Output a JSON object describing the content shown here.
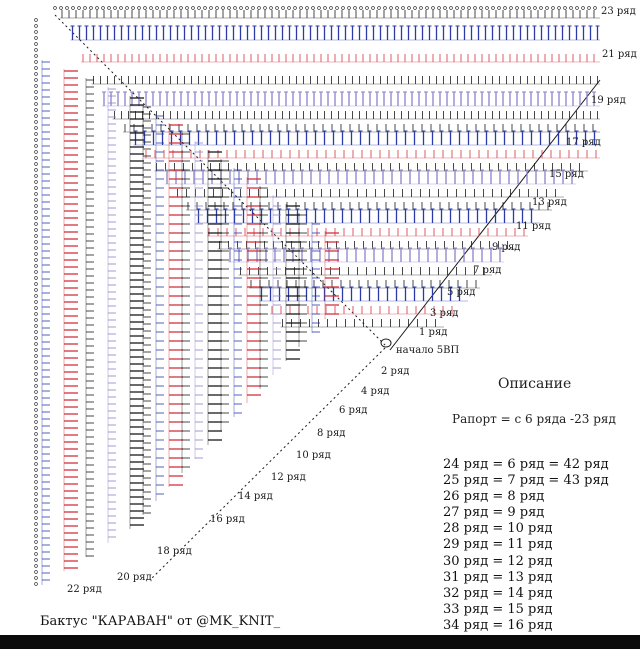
{
  "row_labels": [
    {
      "id": "r23",
      "text": "23 ряд"
    },
    {
      "id": "r21",
      "text": "21 ряд"
    },
    {
      "id": "r19",
      "text": "19 ряд"
    },
    {
      "id": "r17",
      "text": "17 ряд"
    },
    {
      "id": "r15",
      "text": "15 ряд"
    },
    {
      "id": "r13",
      "text": "13 ряд"
    },
    {
      "id": "r11",
      "text": "11 ряд"
    },
    {
      "id": "r9",
      "text": "9 ряд"
    },
    {
      "id": "r7",
      "text": "7 ряд"
    },
    {
      "id": "r5",
      "text": "5 ряд"
    },
    {
      "id": "r3",
      "text": "3 ряд"
    },
    {
      "id": "r1",
      "text": "1 ряд"
    },
    {
      "id": "r2",
      "text": "2 ряд"
    },
    {
      "id": "r4",
      "text": "4 ряд"
    },
    {
      "id": "r6",
      "text": "6 ряд"
    },
    {
      "id": "r8",
      "text": "8 ряд"
    },
    {
      "id": "r10",
      "text": "10 ряд"
    },
    {
      "id": "r12",
      "text": "12 ряд"
    },
    {
      "id": "r14",
      "text": "14 ряд"
    },
    {
      "id": "r16",
      "text": "16 ряд"
    },
    {
      "id": "r18",
      "text": "18 ряд"
    },
    {
      "id": "r20",
      "text": "20 ряд"
    },
    {
      "id": "r22",
      "text": "22 ряд"
    }
  ],
  "start_label": "начало 5ВП",
  "description": {
    "title": "Описание",
    "repeat": "Рапорт = с 6 ряда -23 ряд",
    "equivalences": [
      "24 ряд = 6 ряд = 42 ряд",
      "25 ряд = 7 ряд = 43 ряд",
      "26 ряд = 8 ряд",
      "27 ряд = 9 ряд",
      "28 ряд = 10 ряд",
      "29 ряд = 11 ряд",
      "30 ряд = 12 ряд",
      "31 ряд = 13 ряд",
      "32 ряд = 14 ряд",
      "33 ряд = 15 ряд",
      "34 ряд = 16 ряд"
    ]
  },
  "footer": "Бактус \"КАРАВАН\"  от @MK_KNIT_",
  "colors": {
    "stitch_dark": "#1a1a1a",
    "stitch_blue": "#2b3aa8",
    "stitch_red": "#d2333f",
    "stitch_lavender": "#8a82c8",
    "background": "#ffffff"
  }
}
